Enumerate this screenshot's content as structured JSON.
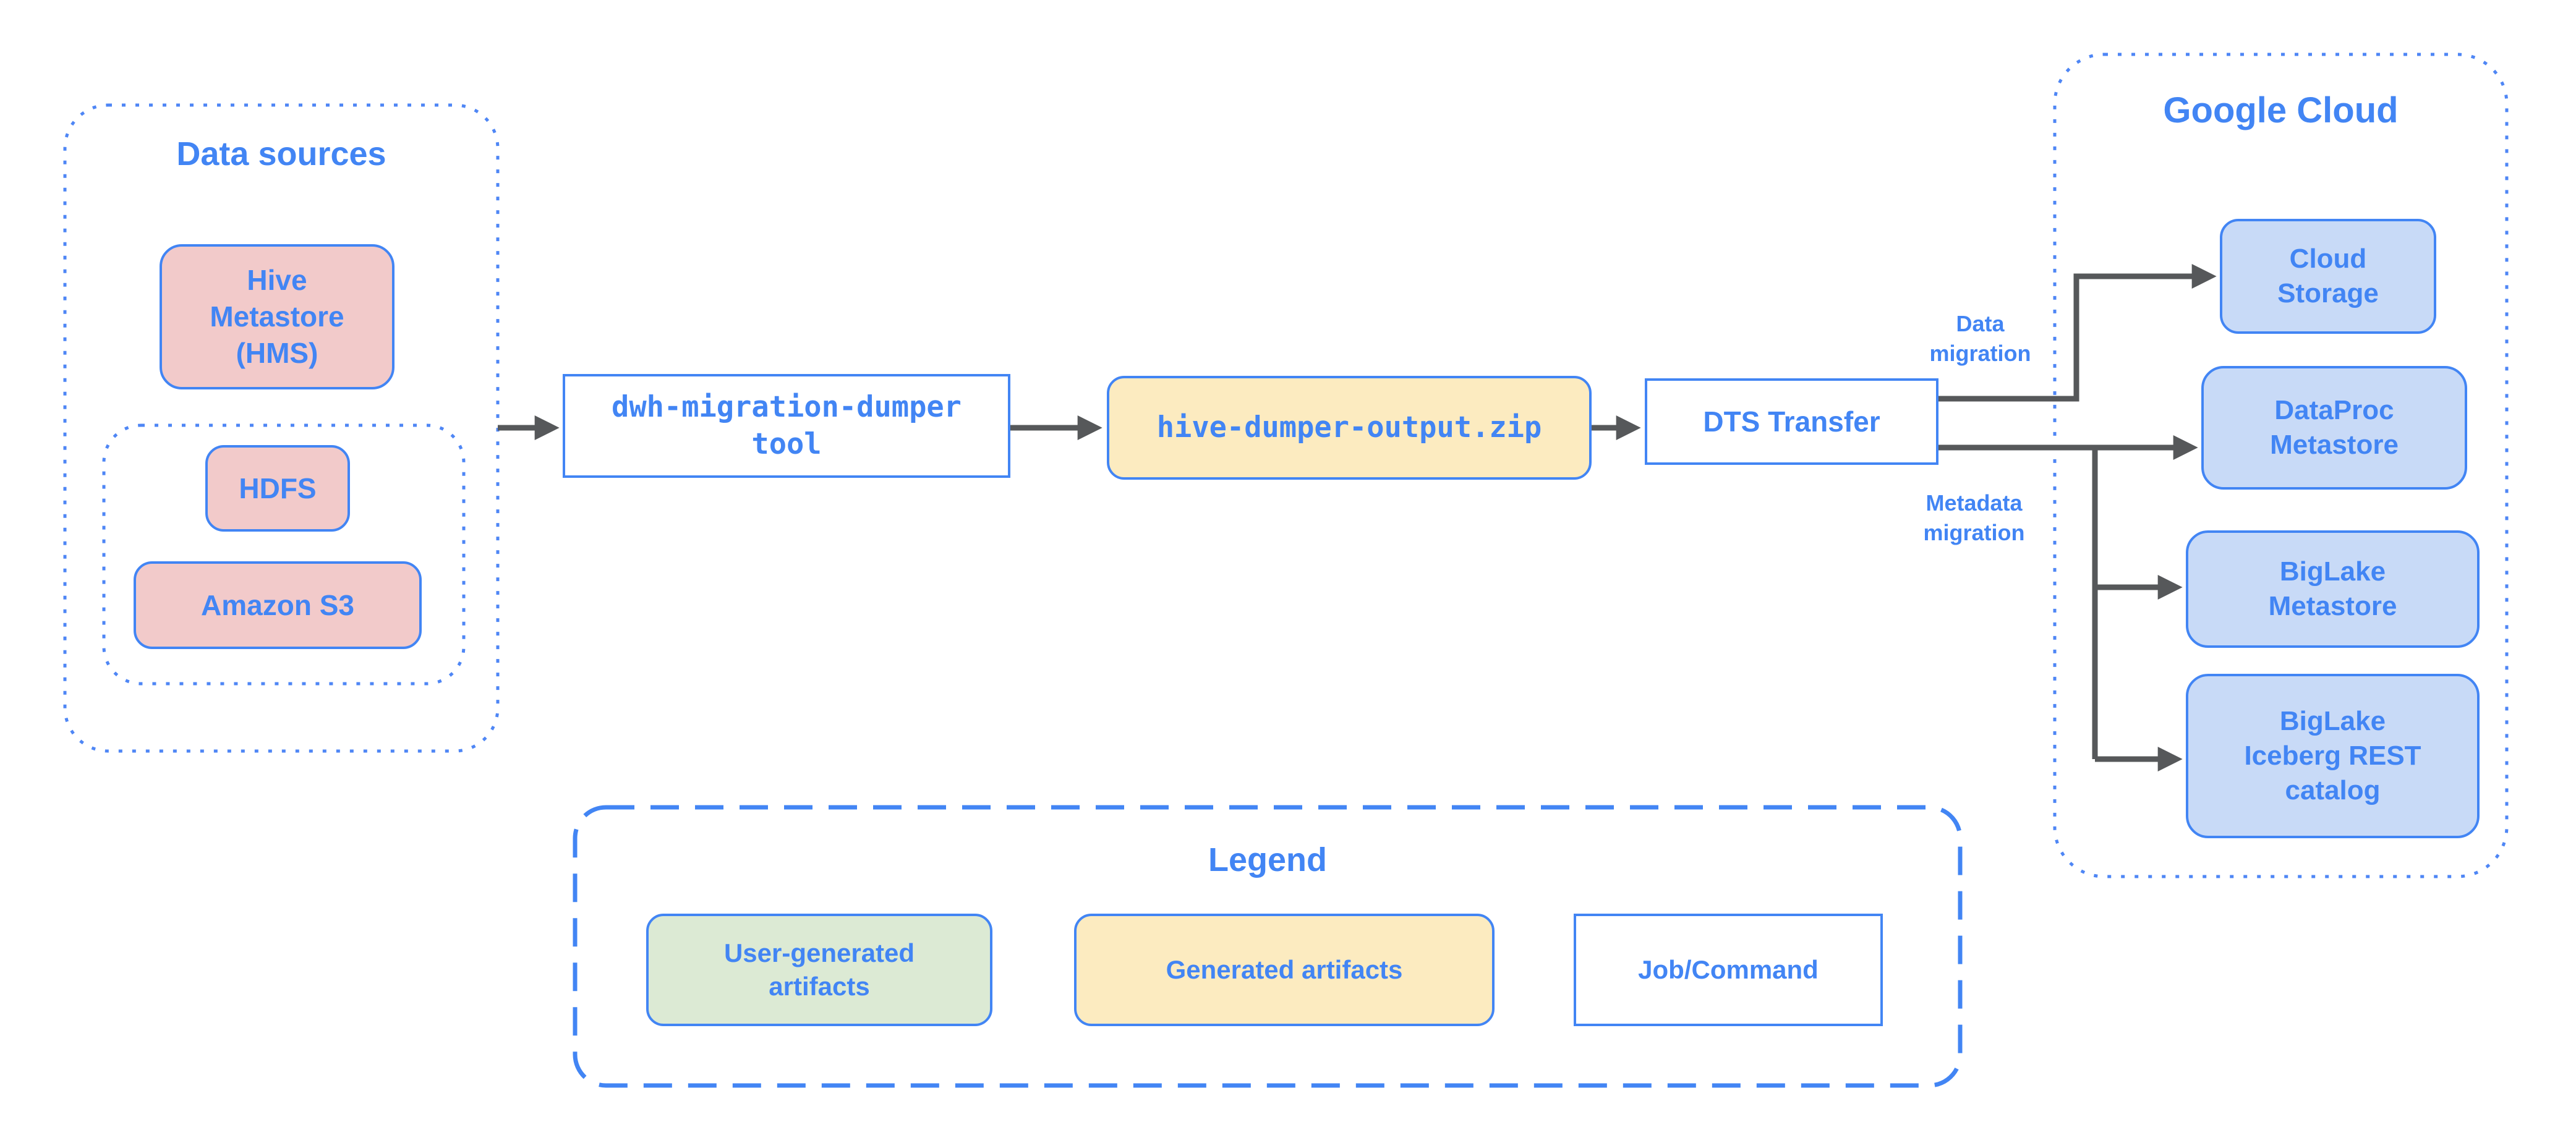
{
  "colors": {
    "accent_blue": "#4285f4",
    "container_border_blue": "#4e86f5",
    "arrow_gray": "#56585a",
    "pink_fill": "#f2caca",
    "yellow_fill": "#fcebc0",
    "green_fill": "#dcead4",
    "blue_fill": "#c8daf7",
    "white_fill": "#ffffff"
  },
  "data_sources": {
    "title": "Data sources",
    "hive_label": "Hive Metastore (HMS)",
    "hdfs_label": "HDFS",
    "s3_label": "Amazon S3"
  },
  "pipeline": {
    "dumper_tool_label": "dwh-migration-dumper tool",
    "dumper_output_label": "hive-dumper-output.zip",
    "dts_label": "DTS Transfer"
  },
  "edge_labels": {
    "data_migration": "Data migration",
    "metadata_migration": "Metadata migration"
  },
  "google_cloud": {
    "title": "Google Cloud",
    "cloud_storage": "Cloud Storage",
    "dataproc_metastore": "DataProc Metastore",
    "biglake_metastore": "BigLake Metastore",
    "biglake_iceberg": "BigLake Iceberg REST catalog"
  },
  "legend": {
    "title": "Legend",
    "user_generated": "User-generated artifacts",
    "generated": "Generated artifacts",
    "job_command": "Job/Command"
  }
}
